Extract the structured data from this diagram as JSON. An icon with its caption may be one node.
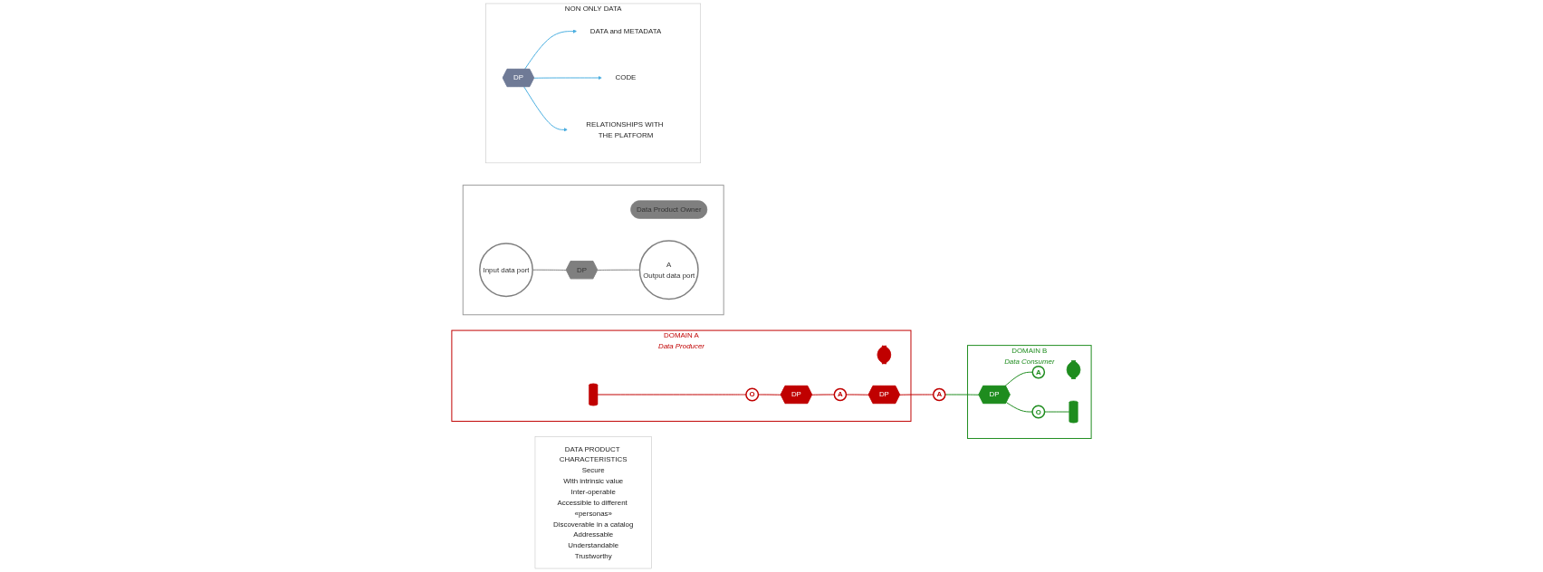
{
  "diagram": {
    "nodes": [
      {
        "text": [
          "DOMAIN A"
        ],
        "beside": [
          "Data Producer"
        ]
      },
      {
        "text": [],
        "shape": "cylinder",
        "in": 0
      },
      {
        "text": [
          "O"
        ],
        "in": 0
      },
      {
        "text": [
          "DP"
        ],
        "in": 0
      },
      {
        "text": [
          "A"
        ],
        "in": 0
      },
      {
        "text": [],
        "shape": "person",
        "in": 0
      },
      {
        "text": [
          "DP"
        ],
        "in": 0
      },
      {
        "text": [
          "A"
        ]
      },
      {
        "text": [
          "DOMAIN B"
        ],
        "beside": [
          "Data Consumer"
        ]
      },
      {
        "text": [],
        "shape": "person",
        "in": 8
      },
      {
        "text": [
          "DP"
        ],
        "in": 8
      },
      {
        "text": [
          "A"
        ],
        "in": 8
      },
      {
        "text": [
          "O"
        ],
        "in": 8
      },
      {
        "text": [],
        "shape": "cylinder",
        "in": 8
      },
      {
        "text": [],
        "shape": "box"
      },
      {
        "text": [
          "Data Product Owner"
        ],
        "in": 14
      },
      {
        "text": [
          "Input data port"
        ],
        "in": 14
      },
      {
        "text": [
          "DP"
        ],
        "in": 14
      },
      {
        "text": [
          "A",
          "Output data port"
        ],
        "in": 14
      },
      {
        "text": [
          "DATA PRODUCT CHARACTERISTICS",
          "Secure",
          "With intrinsic value",
          "Inter-operable",
          "Accessible to different «personas»",
          "Discoverable in a catalog",
          "Addressable",
          "Understandable",
          "Trustworthy"
        ]
      },
      {
        "text": [
          "NON ONLY DATA"
        ]
      },
      {
        "text": [
          "DP"
        ],
        "in": 20
      },
      {
        "text": [
          "DATA and METADATA"
        ],
        "in": 20
      },
      {
        "text": [
          "CODE"
        ],
        "in": 20
      },
      {
        "text": [
          "RELATIONSHIPS WITH THE PLATFORM"
        ],
        "in": 20
      }
    ],
    "edges": [
      {
        "from": 1,
        "to": 2,
        "arrow": "none",
        "color": "#c00000"
      },
      {
        "from": 2,
        "to": 3,
        "arrow": "none",
        "color": "#c00000"
      },
      {
        "from": 3,
        "to": 4,
        "arrow": "none",
        "color": "#c00000"
      },
      {
        "from": 4,
        "to": 6,
        "arrow": "none",
        "color": "#c00000"
      },
      {
        "from": 6,
        "to": 7,
        "arrow": "none",
        "color": "#c00000"
      },
      {
        "from": 7,
        "to": 10,
        "arrow": "none",
        "color": "#1e8c1e"
      },
      {
        "from": 10,
        "to": 11,
        "arrow": "none",
        "color": "#1e8c1e"
      },
      {
        "from": 10,
        "to": 12,
        "arrow": "none",
        "color": "#1e8c1e"
      },
      {
        "from": 12,
        "to": 13,
        "arrow": "none",
        "color": "#1e8c1e"
      },
      {
        "from": 16,
        "to": 17,
        "arrow": "none",
        "color": "#808080"
      },
      {
        "from": 17,
        "to": 18,
        "arrow": "none",
        "color": "#808080"
      },
      {
        "from": 21,
        "to": 22,
        "arrow": "to",
        "color": "#4aaee0"
      },
      {
        "from": 21,
        "to": 23,
        "arrow": "to",
        "color": "#4aaee0"
      },
      {
        "from": 21,
        "to": 24,
        "arrow": "to",
        "color": "#4aaee0"
      }
    ]
  }
}
